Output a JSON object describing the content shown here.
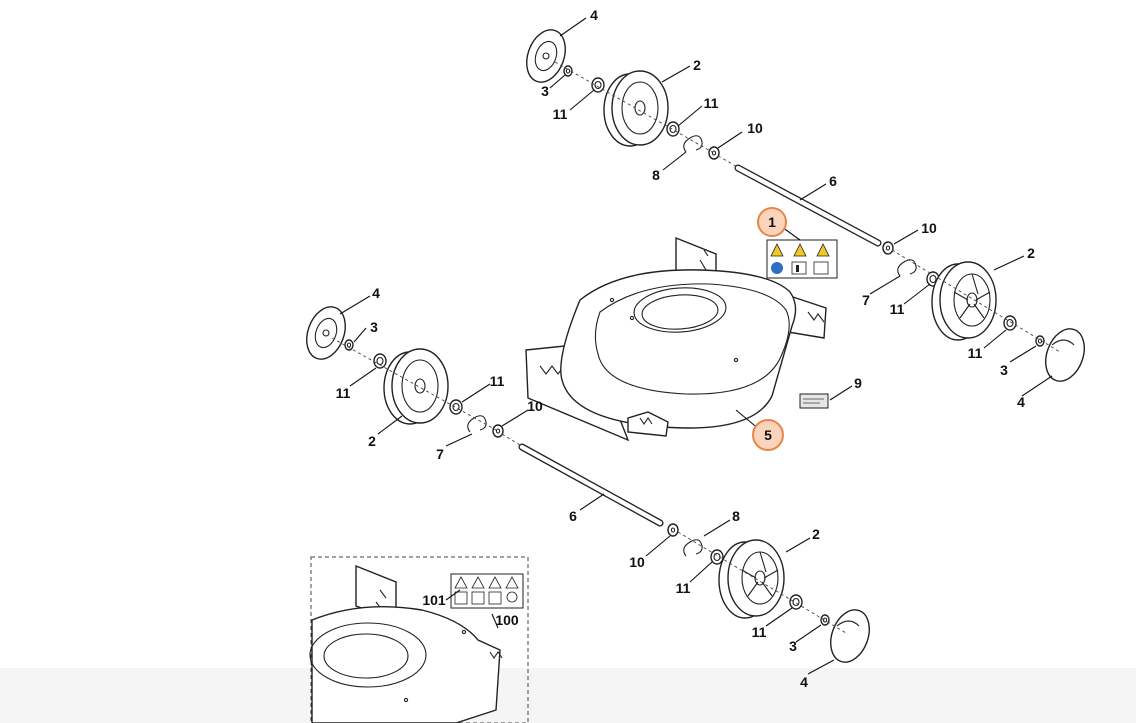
{
  "callouts": {
    "c1": "1",
    "c2a": "2",
    "c2b": "2",
    "c2c": "2",
    "c2d": "2",
    "c3a": "3",
    "c3b": "3",
    "c3c": "3",
    "c3d": "3",
    "c4a": "4",
    "c4b": "4",
    "c4c": "4",
    "c4d": "4",
    "c5": "5",
    "c6a": "6",
    "c6b": "6",
    "c7a": "7",
    "c7b": "7",
    "c8a": "8",
    "c8b": "8",
    "c9": "9",
    "c10a": "10",
    "c10b": "10",
    "c10c": "10",
    "c10d": "10",
    "c11a": "11",
    "c11b": "11",
    "c11c": "11",
    "c11d": "11",
    "c11e": "11",
    "c11f": "11",
    "c11g": "11",
    "c11h": "11",
    "c100": "100",
    "c101": "101"
  },
  "highlighted_callouts": [
    "1",
    "5"
  ],
  "colors": {
    "highlight_ring": "#e8864a",
    "highlight_fill": "#fbd4bb",
    "warning_yellow": "#f3c623",
    "info_blue": "#2d6fc2"
  },
  "icons": [
    "warning-label-icon",
    "warning-label-101-icon",
    "rating-plate-icon"
  ]
}
